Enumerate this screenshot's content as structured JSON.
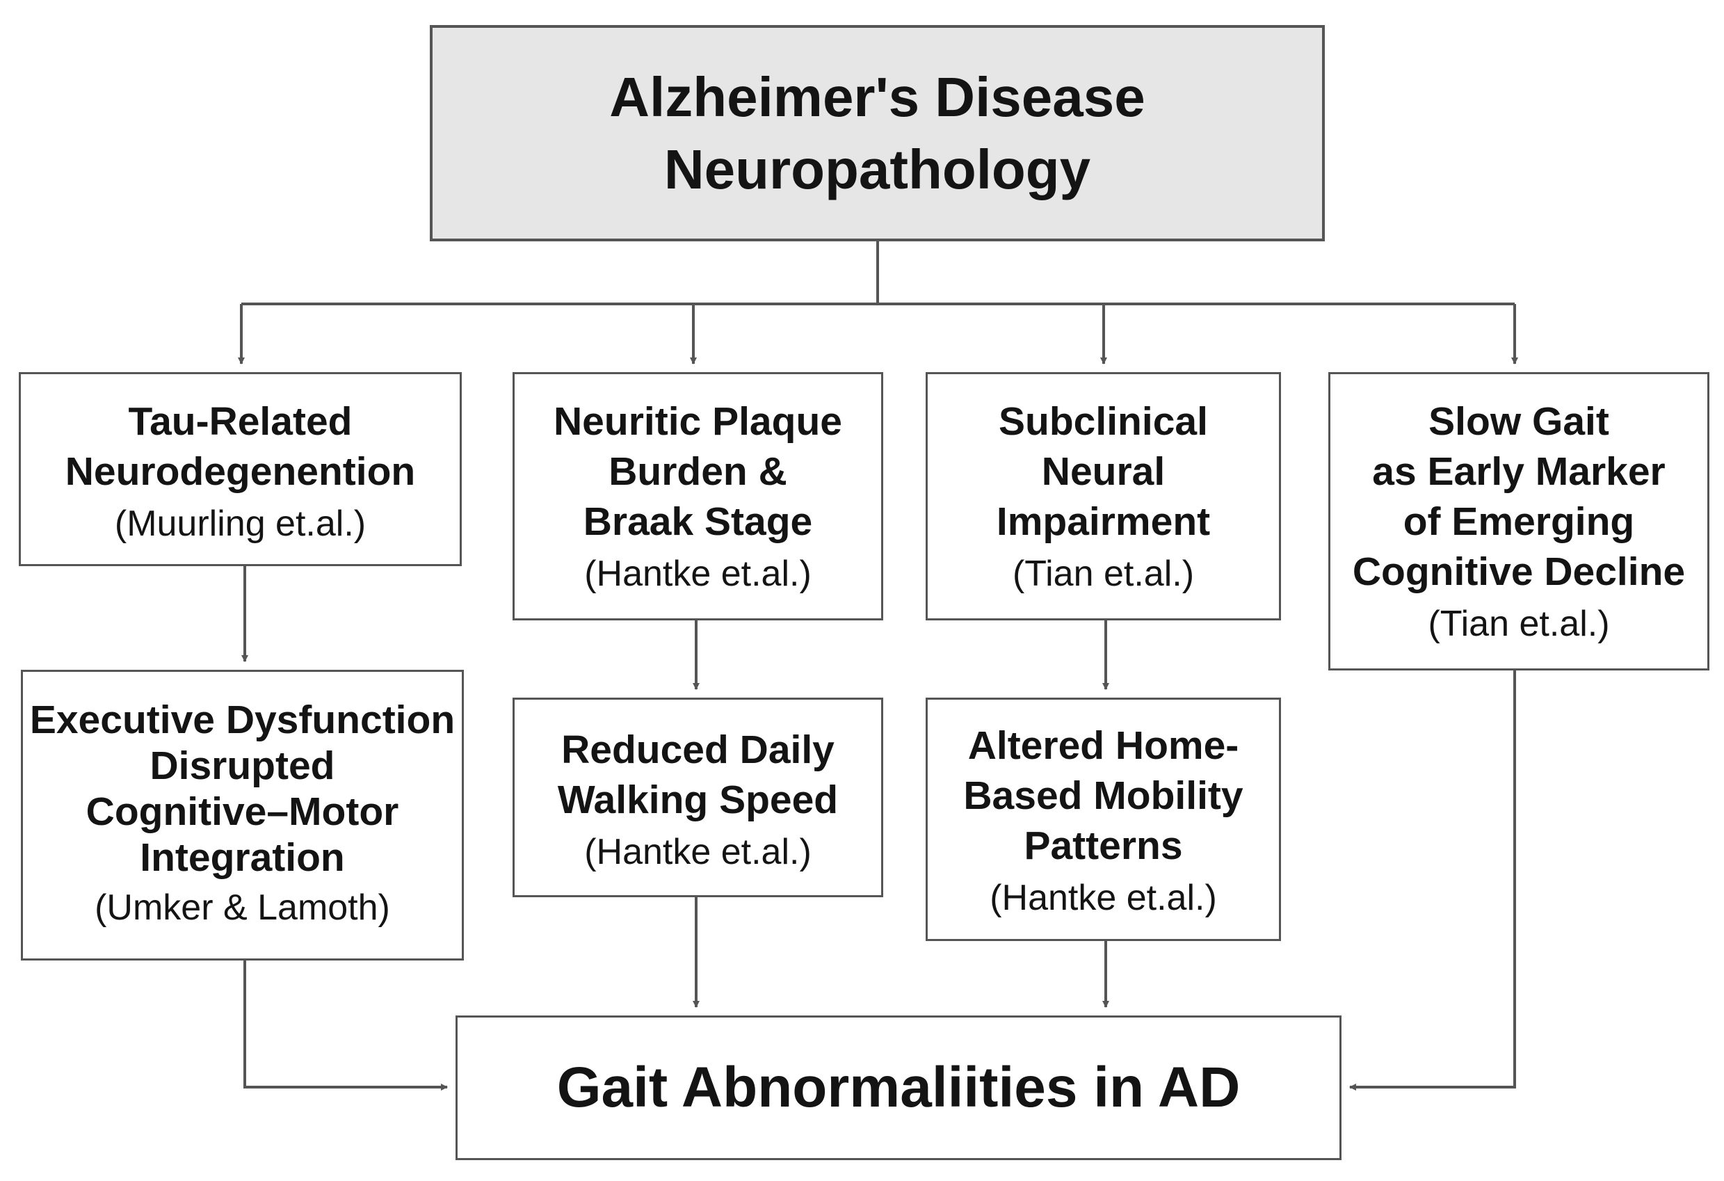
{
  "root": {
    "title": "Alzheimer's Disease\nNeuropathology"
  },
  "factors": {
    "tau": {
      "title": "Tau-Related\nNeurodegenention",
      "cite": "(Muurling et.al.)"
    },
    "plaque": {
      "title": "Neuritic Plaque\nBurden &\nBraak Stage",
      "cite": "(Hantke et.al.)"
    },
    "subclinical": {
      "title": "Subclinical\nNeural\nImpairment",
      "cite": "(Tian et.al.)"
    },
    "slow_gait": {
      "title": "Slow Gait\nas Early Marker\nof Emerging\nCognitive Decline",
      "cite": "(Tian et.al.)"
    }
  },
  "outcomes": {
    "executive": {
      "title": "Executive Dysfunction\nDisrupted\nCognitive–Motor\nIntegration",
      "cite": "(Umker & Lamoth)"
    },
    "walking": {
      "title": "Reduced Daily\nWalking Speed",
      "cite": "(Hantke et.al.)"
    },
    "mobility": {
      "title": "Altered Home-\nBased Mobility\nPatterns",
      "cite": "(Hantke et.al.)"
    }
  },
  "result": {
    "title": "Gait Abnormaliities in AD"
  },
  "colors": {
    "line": "#555555",
    "top_fill": "#e6e6e6"
  }
}
